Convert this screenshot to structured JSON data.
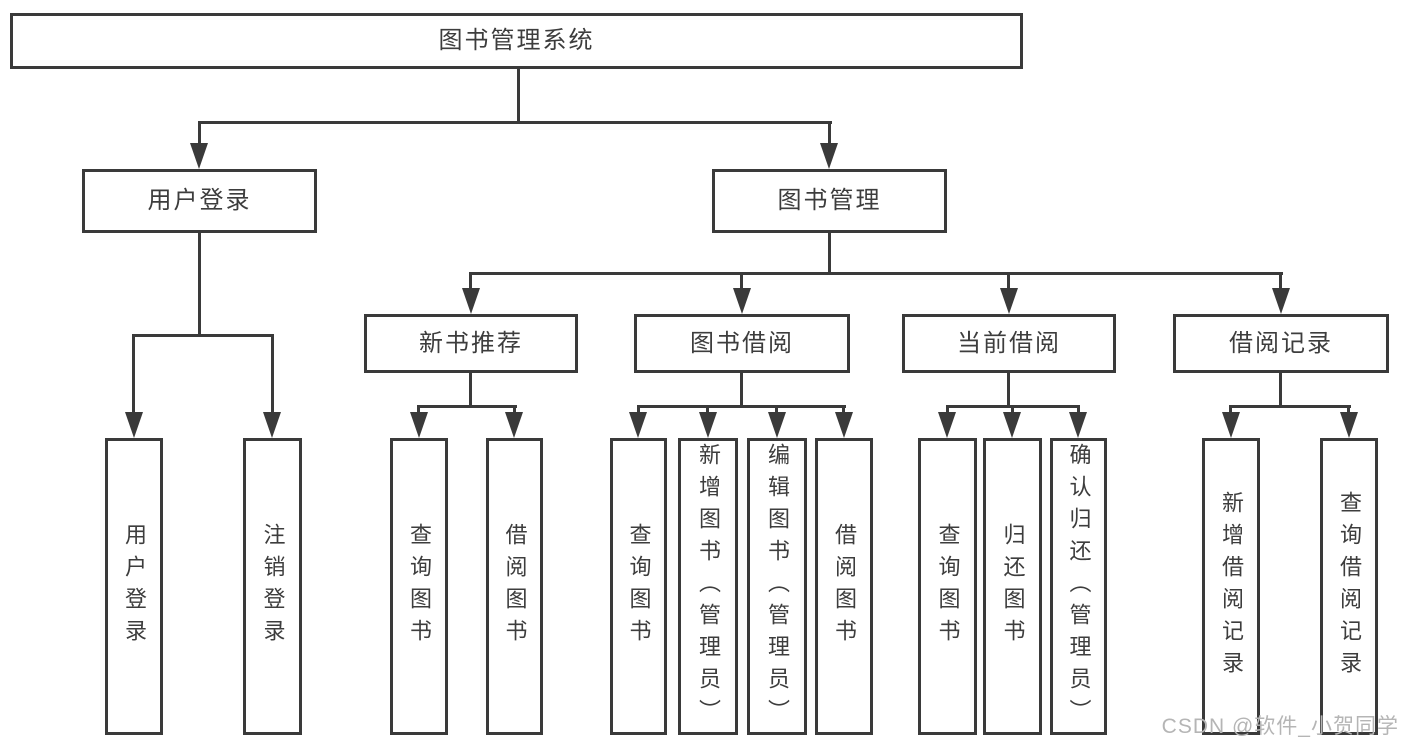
{
  "tree": {
    "label": "图书管理系统",
    "children": [
      {
        "label": "用户登录",
        "children": [
          {
            "label": "用户登录"
          },
          {
            "label": "注销登录"
          }
        ]
      },
      {
        "label": "图书管理",
        "children": [
          {
            "label": "新书推荐",
            "children": [
              {
                "label": "查询图书"
              },
              {
                "label": "借阅图书"
              }
            ]
          },
          {
            "label": "图书借阅",
            "children": [
              {
                "label": "查询图书"
              },
              {
                "label": "新增图书（管理员）"
              },
              {
                "label": "编辑图书（管理员）"
              },
              {
                "label": "借阅图书"
              }
            ]
          },
          {
            "label": "当前借阅",
            "children": [
              {
                "label": "查询图书"
              },
              {
                "label": "归还图书"
              },
              {
                "label": "确认归还（管理员）"
              }
            ]
          },
          {
            "label": "借阅记录",
            "children": [
              {
                "label": "新增借阅记录"
              },
              {
                "label": "查询借阅记录"
              }
            ]
          }
        ]
      }
    ]
  },
  "watermark": {
    "text": "CSDN @软件_小贺同学"
  },
  "colors": {
    "line": "#3a3a3a",
    "text": "#3d3d3d",
    "watermark": "#b5b5b5",
    "background": "#ffffff"
  }
}
